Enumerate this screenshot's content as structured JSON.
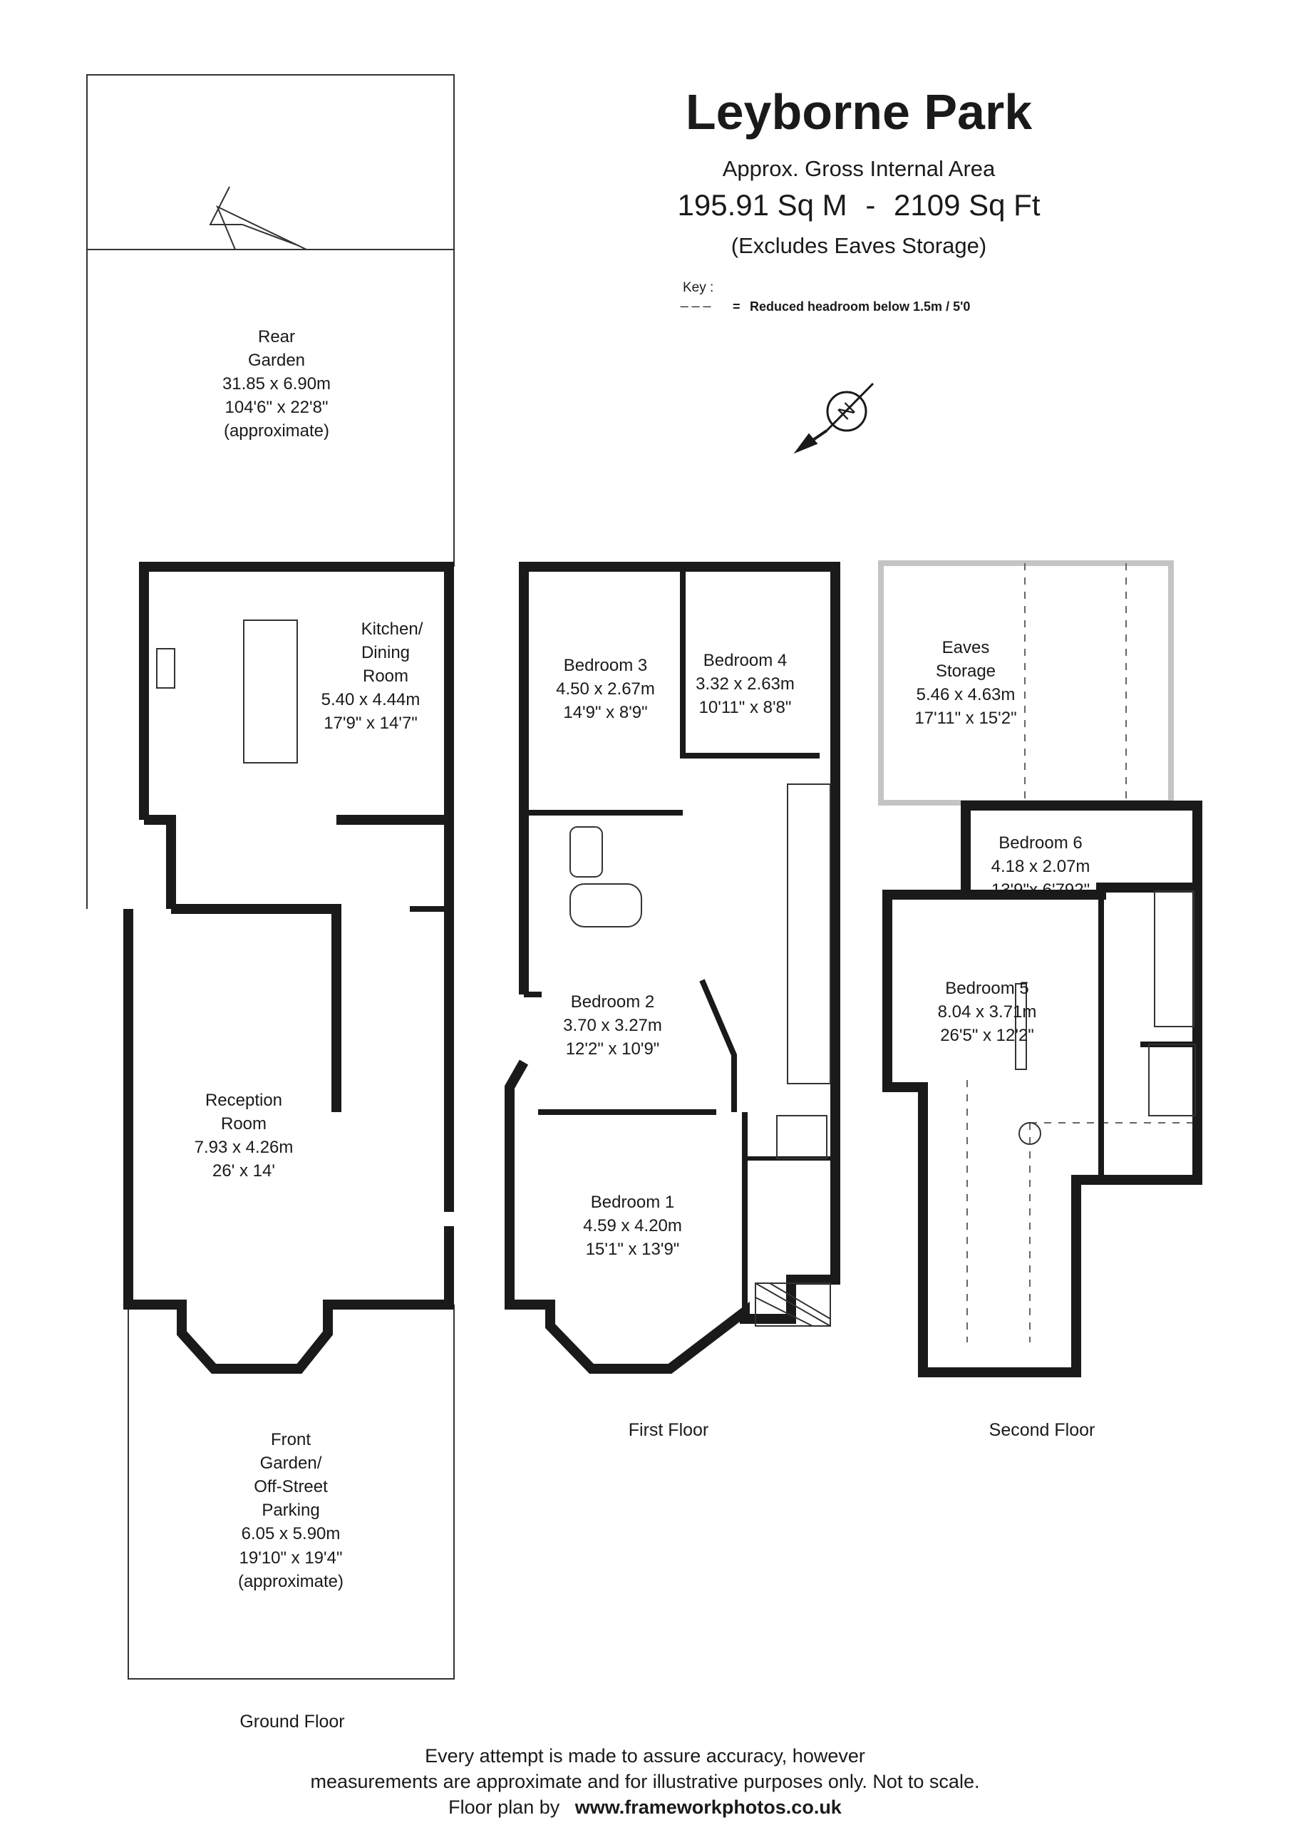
{
  "header": {
    "title": "Leyborne Park",
    "subtitle": "Approx. Gross Internal Area",
    "area_sqm": "195.91 Sq M",
    "area_sep": "-",
    "area_sqft": "2109 Sq Ft",
    "excludes": "(Excludes  Eaves Storage)"
  },
  "key": {
    "label": "Key :",
    "dashes": "_ _ _",
    "equals": "=",
    "text": "Reduced  headroom below 1.5m / 5'0"
  },
  "compass": {
    "letter": "N",
    "icon": "north-arrow-icon"
  },
  "floors": {
    "ground": "Ground Floor",
    "first": "First Floor",
    "second": "Second Floor"
  },
  "rooms": {
    "rear_garden": {
      "name1": "Rear",
      "name2": "Garden",
      "metric": "31.85 x 6.90m",
      "imperial": "104'6\" x 22'8\"",
      "note": "(approximate)"
    },
    "kitchen": {
      "name1": "Kitchen/",
      "name2": "Dining",
      "name3": "Room",
      "metric": "5.40 x 4.44m",
      "imperial": "17'9\" x 14'7\""
    },
    "reception": {
      "name1": "Reception",
      "name2": "Room",
      "metric": "7.93 x 4.26m",
      "imperial": "26' x 14'"
    },
    "front_garden": {
      "name1": "Front",
      "name2": "Garden/",
      "name3": "Off-Street",
      "name4": "Parking",
      "metric": "6.05 x 5.90m",
      "imperial": "19'10\" x 19'4\"",
      "note": "(approximate)"
    },
    "bedroom3": {
      "name": "Bedroom 3",
      "metric": "4.50 x 2.67m",
      "imperial": "14'9\" x 8'9\""
    },
    "bedroom4": {
      "name": "Bedroom 4",
      "metric": "3.32 x 2.63m",
      "imperial": "10'11\" x 8'8\""
    },
    "bedroom2": {
      "name": "Bedroom 2",
      "metric": "3.70 x 3.27m",
      "imperial": "12'2\" x 10'9\""
    },
    "bedroom1": {
      "name": "Bedroom 1",
      "metric": "4.59 x 4.20m",
      "imperial": "15'1\" x 13'9\""
    },
    "eaves": {
      "name1": "Eaves",
      "name2": "Storage",
      "metric": "5.46 x 4.63m",
      "imperial": "17'11\" x 15'2\""
    },
    "bedroom6": {
      "name": "Bedroom 6",
      "metric": "4.18 x 2.07m",
      "imperial": "13'9\"x 6'792\""
    },
    "bedroom5": {
      "name": "Bedroom 5",
      "metric": "8.04 x 3.71m",
      "imperial": "26'5\" x 12'2\""
    }
  },
  "footer": {
    "line1": "Every attempt is made to assure accuracy, however",
    "line2": "measurements are approximate and for illustrative purposes only. Not to scale.",
    "credit_label": "Floor plan by",
    "credit_url": "www.frameworkphotos.co.uk"
  },
  "colors": {
    "wall": "#1a1a1a",
    "eaves_outline": "#c4c4c4",
    "line": "#333333"
  }
}
